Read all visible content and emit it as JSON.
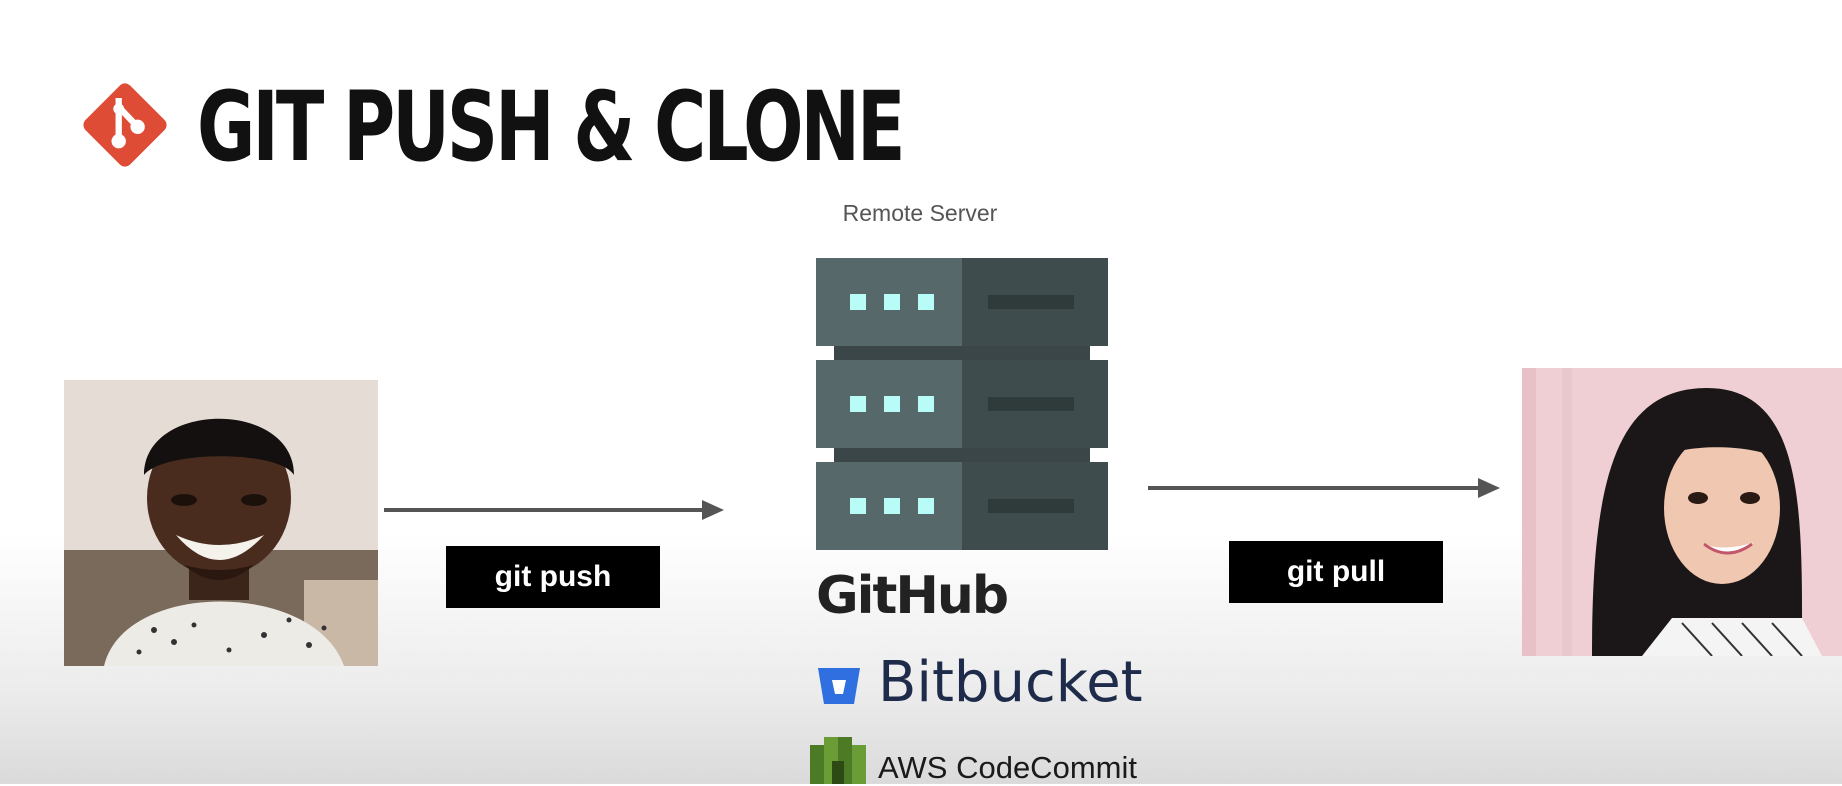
{
  "title": "GIT PUSH & CLONE",
  "remote_server_label": "Remote Server",
  "push_label": "git push",
  "pull_label": "git pull",
  "providers": {
    "github": "GitHub",
    "bitbucket": "Bitbucket",
    "codecommit": "AWS CodeCommit"
  },
  "icons": {
    "git_logo": "git-logo-icon",
    "server": "server-rack-icon",
    "bitbucket_logo": "bitbucket-logo-icon",
    "codecommit_logo": "aws-codecommit-logo-icon"
  },
  "colors": {
    "git_accent": "#de4c36",
    "server_light": "#56686a",
    "server_dark": "#3f4c4d",
    "server_led": "#b9fbf7",
    "bitbucket_blue": "#2f6fe0",
    "codecommit_green": "#5f8f2e",
    "arrow": "#555555"
  }
}
